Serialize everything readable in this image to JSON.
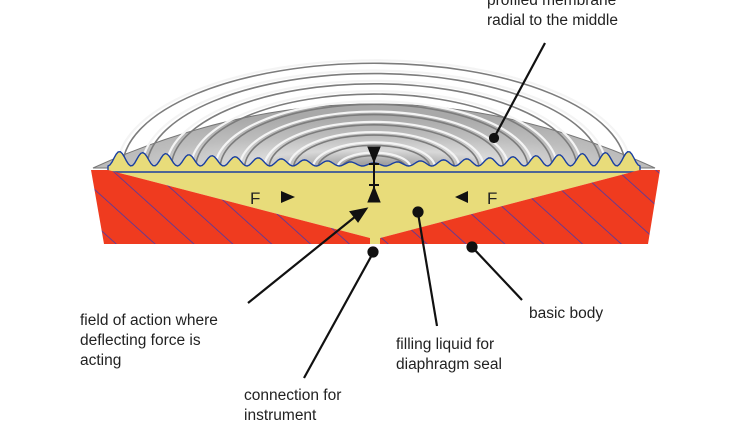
{
  "labels": {
    "membrane": "profiled membrane\nradial to the middle",
    "field_of_action": "field of action where\ndeflecting force is\nacting",
    "connection": "connection for\ninstrument",
    "filling_liquid": "filling liquid for\ndiaphragm seal",
    "basic_body": "basic body"
  },
  "force_symbols": {
    "left": "F",
    "right": "F"
  },
  "colors": {
    "basic_body": "#ef3b1f",
    "hatch": "#4a3aa8",
    "filling_liquid": "#e8dc7a",
    "membrane_light": "#e4e4e4",
    "membrane_dark": "#8a8a8a",
    "membrane_edge": "#1a3fa0",
    "leader": "#111111"
  }
}
